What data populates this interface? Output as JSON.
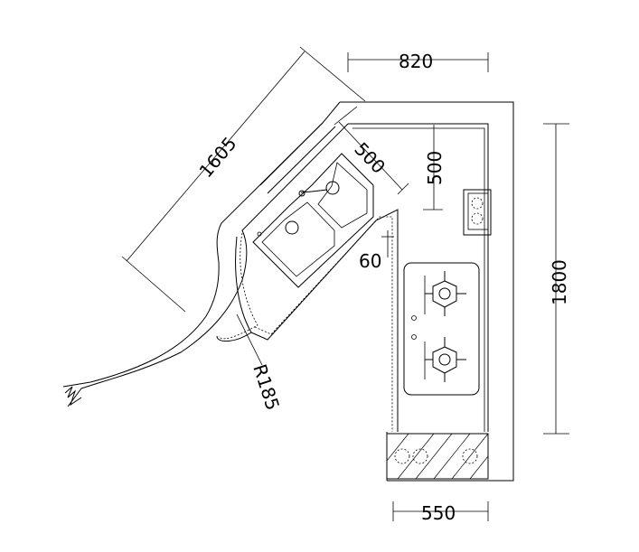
{
  "drawing": {
    "dimensions": {
      "top_width": "820",
      "sink_depth": "500",
      "depth_right": "500",
      "diagonal_length": "1605",
      "gap": "60",
      "height": "1800",
      "bottom_width": "550",
      "radius": "R185"
    }
  }
}
